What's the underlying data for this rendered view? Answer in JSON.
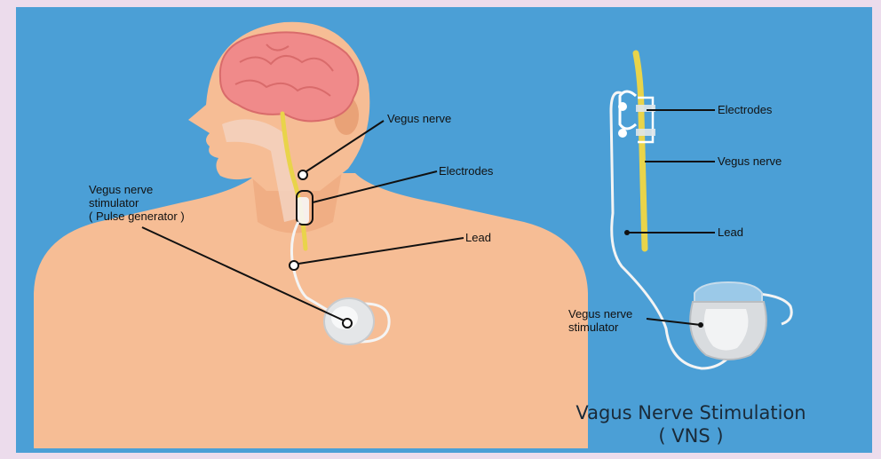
{
  "colors": {
    "page_background": "#ecdcec",
    "panel_background": "#4b9fd6",
    "skin": "#f6bd95",
    "skin_shadow": "#e9a277",
    "brain": "#f08a8a",
    "nerve": "#e9d44a",
    "device": "#d9dcdf"
  },
  "labels": {
    "vegus_nerve": "Vegus nerve",
    "electrodes": "Electrodes",
    "lead": "Lead",
    "stimulator_line1": "Vegus nerve",
    "stimulator_line2": "stimulator",
    "stimulator_line3": "( Pulse generator )"
  },
  "detail_labels": {
    "electrodes": "Electrodes",
    "vegus_nerve": "Vegus nerve",
    "lead": "Lead",
    "stimulator_line1": "Vegus nerve",
    "stimulator_line2": "stimulator"
  },
  "title": {
    "line1": "Vagus Nerve Stimulation",
    "line2": "( VNS )"
  }
}
